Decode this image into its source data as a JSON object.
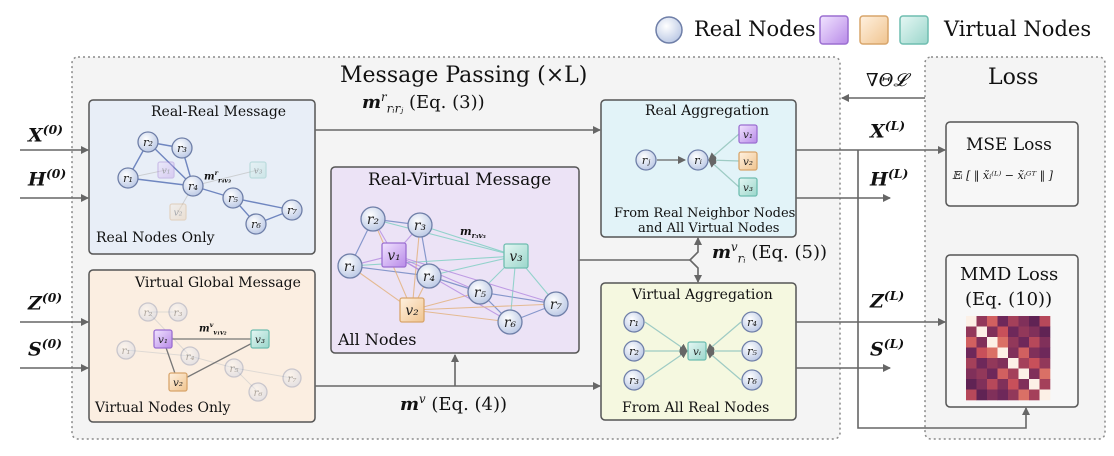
{
  "legend": {
    "real_nodes": "Real Nodes",
    "virtual_nodes": "Virtual Nodes",
    "colors": [
      "#c9a6ef",
      "#f2c9a0",
      "#a9dbd3"
    ]
  },
  "message_passing": {
    "title": "Message Passing (×L)"
  },
  "loss": {
    "title": "Loss",
    "gradient": "∇Θ𝓛"
  },
  "inputs": {
    "x0": "X",
    "x0_sup": "(0)",
    "h0": "H",
    "h0_sup": "(0)",
    "z0": "Z",
    "z0_sup": "(0)",
    "s0": "S",
    "s0_sup": "(0)"
  },
  "outputs": {
    "xl": "X",
    "xl_sup": "(L)",
    "hl": "H",
    "hl_sup": "(L)",
    "zl": "Z",
    "zl_sup": "(L)",
    "sl": "S",
    "sl_sup": "(L)"
  },
  "boxes": {
    "real_real": {
      "title": "Real-Real Message",
      "caption": "Real Nodes Only",
      "edge_label": "m",
      "edge_sub": "r₄v₃",
      "edge_sup": "r"
    },
    "virtual_global": {
      "title": "Virtual Global Message",
      "caption": "Virtual Nodes Only",
      "edge_label": "m",
      "edge_sub": "v₁v₂",
      "edge_sup": "v"
    },
    "real_virtual": {
      "title": "Real-Virtual Message",
      "caption": "All Nodes",
      "edge_label": "m",
      "edge_sub": "r₃v₃"
    },
    "real_aggregation": {
      "title": "Real Aggregation",
      "caption_line1": "From Real Neighbor Nodes",
      "caption_line2": "and All Virtual Nodes"
    },
    "virtual_aggregation": {
      "title": "Virtual Aggregation",
      "caption": "From All Real Nodes"
    },
    "mse": {
      "title": "MSE Loss",
      "formula": "𝔼ᵢ [ ‖ x̃ᵢ⁽ᴸ⁾ − x̃ᵢᴳᵀ ‖ ]"
    },
    "mmd": {
      "title": "MMD Loss",
      "eq": "(Eq. (10))"
    }
  },
  "arrows": {
    "m_rr": "m",
    "m_rr_sup": "r",
    "m_rr_sub": "rᵢrⱼ",
    "m_rr_eq": "(Eq. (3))",
    "m_v": "m",
    "m_v_sup": "v",
    "m_v_eq": "(Eq. (4))",
    "m_rv": "m",
    "m_rv_sup": "v",
    "m_rv_sub": "rᵢ",
    "m_rv_eq": "(Eq. (5))"
  },
  "nodes": {
    "rr_nodes": [
      "r2",
      "r3",
      "r1",
      "r4",
      "r5",
      "r6",
      "r7"
    ],
    "rr_faded": [
      "v1",
      "v3",
      "v2"
    ],
    "rv_nodes": [
      "r2",
      "r3",
      "v1",
      "r1",
      "r4",
      "v3",
      "r5",
      "r7",
      "v2",
      "r6"
    ],
    "vg_nodes": [
      "v1",
      "v3",
      "v2"
    ],
    "vg_faded": [
      "r2",
      "r3",
      "r1",
      "r4",
      "r5",
      "r6",
      "r7"
    ],
    "ra_nodes": [
      "rj",
      "ri",
      "v1",
      "v2",
      "v3"
    ],
    "va_nodes": [
      "r1",
      "r2",
      "r3",
      "vi",
      "r4",
      "r5",
      "r6"
    ]
  },
  "heatmap": {
    "size": 8,
    "values": [
      [
        1.0,
        0.35,
        0.55,
        0.25,
        0.4,
        0.3,
        0.2,
        0.45
      ],
      [
        0.35,
        1.0,
        0.3,
        0.5,
        0.25,
        0.35,
        0.3,
        0.2
      ],
      [
        0.55,
        0.3,
        1.0,
        0.6,
        0.35,
        0.25,
        0.45,
        0.3
      ],
      [
        0.25,
        0.5,
        0.6,
        1.0,
        0.3,
        0.55,
        0.3,
        0.25
      ],
      [
        0.4,
        0.25,
        0.35,
        0.3,
        1.0,
        0.4,
        0.5,
        0.35
      ],
      [
        0.3,
        0.35,
        0.25,
        0.55,
        0.4,
        1.0,
        0.3,
        0.6
      ],
      [
        0.2,
        0.3,
        0.45,
        0.3,
        0.5,
        0.3,
        1.0,
        0.4
      ],
      [
        0.45,
        0.2,
        0.3,
        0.25,
        0.35,
        0.6,
        0.4,
        1.0
      ]
    ]
  }
}
